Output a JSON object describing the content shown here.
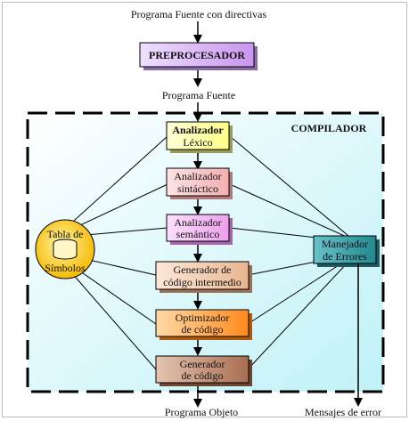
{
  "input_label": "Programa Fuente con directivas",
  "preprocessor": {
    "label": "PREPROCESADOR"
  },
  "intermediate_label": "Programa Fuente",
  "compiler": {
    "title": "COMPILADOR"
  },
  "phases": [
    {
      "line1": "Analizador",
      "line2": "Léxico"
    },
    {
      "line1": "Analizador",
      "line2": "sintáctico"
    },
    {
      "line1": "Analizador",
      "line2": "semántico"
    },
    {
      "line1": "Generador de",
      "line2": "código intermedio"
    },
    {
      "line1": "Optimizador",
      "line2": "de código"
    },
    {
      "line1": "Generador",
      "line2": "de código"
    }
  ],
  "symbol_table": {
    "line1": "Tabla de",
    "line2": "Símbolos"
  },
  "error_manager": {
    "line1": "Manejador",
    "line2": "de Errores"
  },
  "output_label": "Programa Objeto",
  "errors_label": "Mensajes de error",
  "colors": {
    "preprocessor_fill": "#d7b0f0",
    "lexer_fill": "#ffffa8",
    "parser_fill": "#f8c4c4",
    "semantic_fill": "#f2b8f2",
    "intermediate_fill": "#f7d2b8",
    "optimizer_fill": "#ffa040",
    "codegen_fill": "#c8957a",
    "symbol_table_fill": "#ffd030",
    "error_manager_fill": "#3a9ea6",
    "compiler_bg": "#c8f4f8"
  }
}
